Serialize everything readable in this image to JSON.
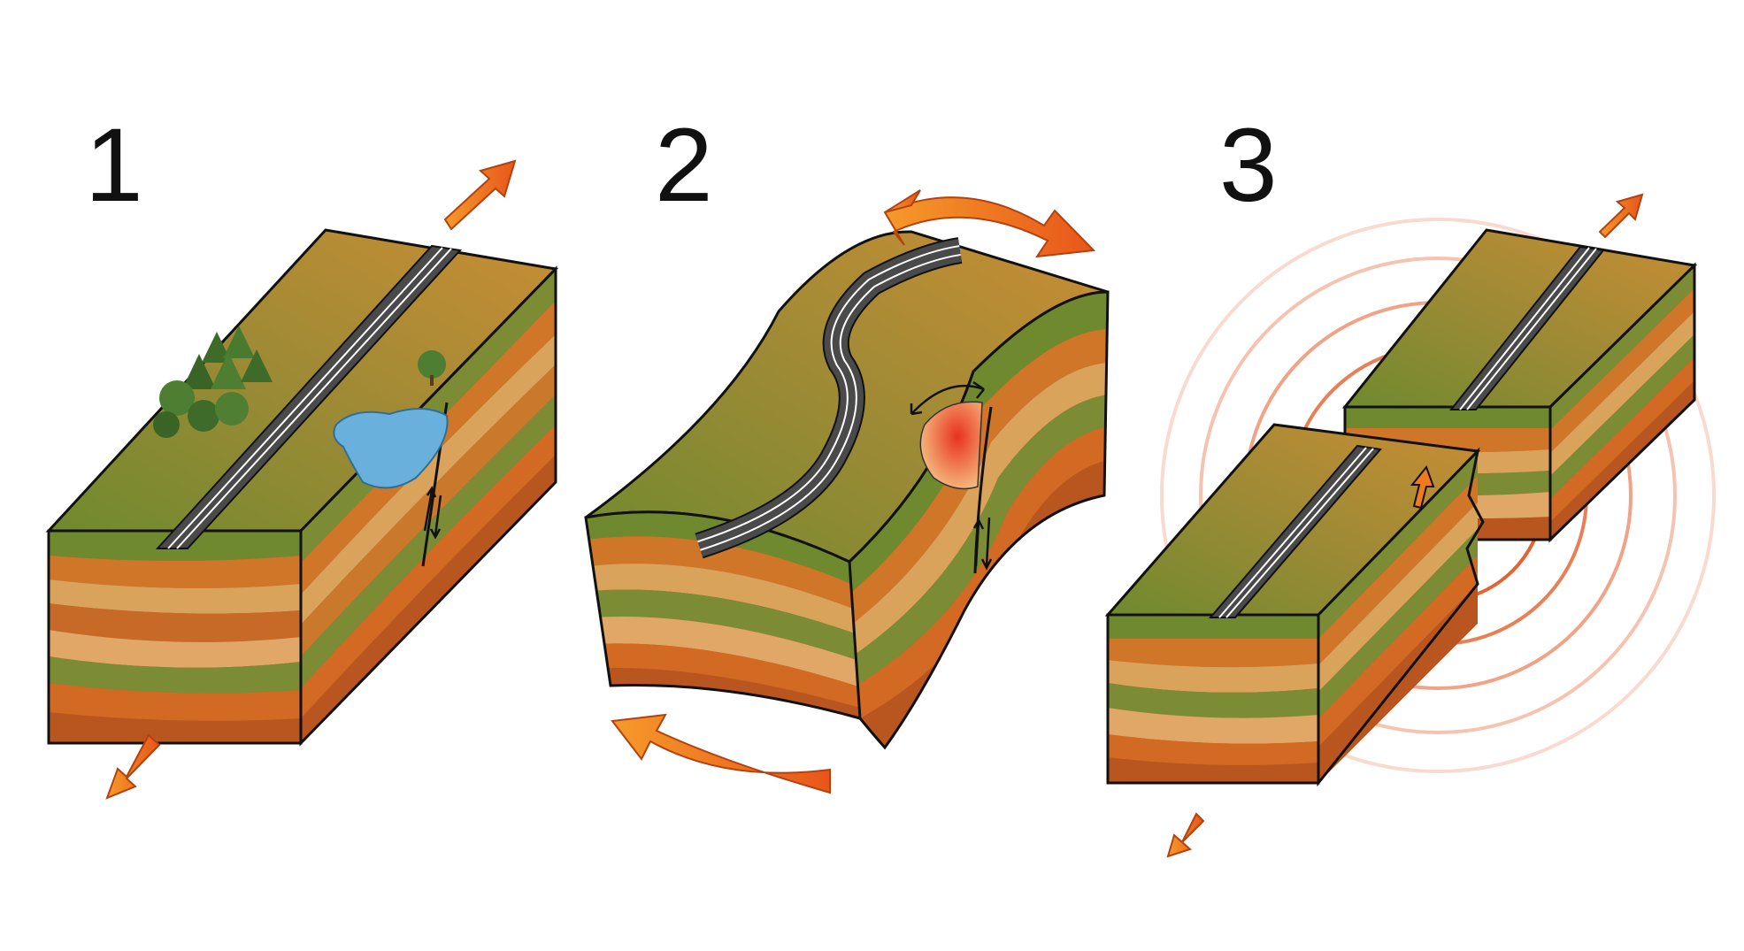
{
  "steps": [
    {
      "label": "1"
    },
    {
      "label": "2"
    },
    {
      "label": "3"
    }
  ],
  "colors": {
    "surface_top": "#b98a35",
    "surface_green": "#6f8a2e",
    "layer_green": "#7c8c35",
    "layer_orange": "#d07628",
    "layer_tan": "#d9a35c",
    "layer_rust": "#b9561f",
    "arrow": "#f07a1e",
    "water": "#6ab0dc",
    "road": "#4a4a4a",
    "rupture": "#e04b1c",
    "outline": "#111111"
  },
  "icons": [
    "stress-arrow-icon",
    "tree-icon",
    "pond-icon",
    "road-icon",
    "fault-slip-arrows-icon",
    "seismic-wave-icon"
  ]
}
